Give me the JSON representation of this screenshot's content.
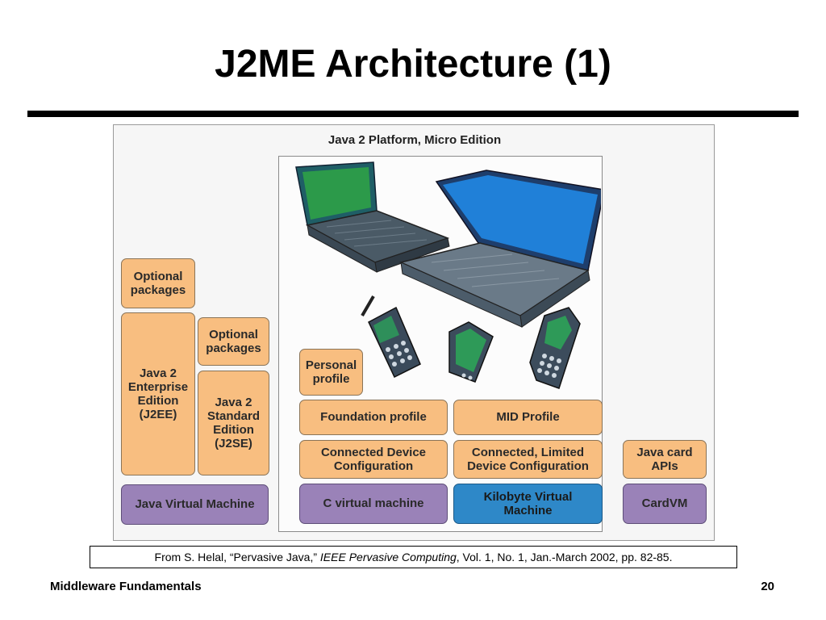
{
  "slide": {
    "title": "J2ME Architecture  (1)",
    "footer_left": "Middleware Fundamentals",
    "page_number": "20"
  },
  "figure": {
    "title": "Java 2 Platform, Micro Edition",
    "boxes": {
      "optional_packages_1": "Optional\npackages",
      "j2ee": "Java 2\nEnterprise\nEdition\n(J2EE)",
      "optional_packages_2": "Optional\npackages",
      "j2se": "Java 2\nStandard\nEdition\n(J2SE)",
      "jvm": "Java Virtual Machine",
      "personal_profile": "Personal\nprofile",
      "foundation_profile": "Foundation profile",
      "cdc": "Connected Device\nConfiguration",
      "c_vm": "C virtual machine",
      "mid_profile": "MID Profile",
      "cldc": "Connected, Limited\nDevice Configuration",
      "kvm": "Kilobyte Virtual\nMachine",
      "java_card_apis": "Java card\nAPIs",
      "cardvm": "CardVM"
    },
    "colors": {
      "layer_orange": "#f8be80",
      "vm_purple": "#9a82b8",
      "kvm_blue": "#2e88c8"
    }
  },
  "caption": {
    "prefix": "From S. Helal, “Pervasive Java,” ",
    "journal": "IEEE Pervasive Computing",
    "suffix": ", Vol. 1, No. 1, Jan.-March 2002, pp. 82-85."
  }
}
